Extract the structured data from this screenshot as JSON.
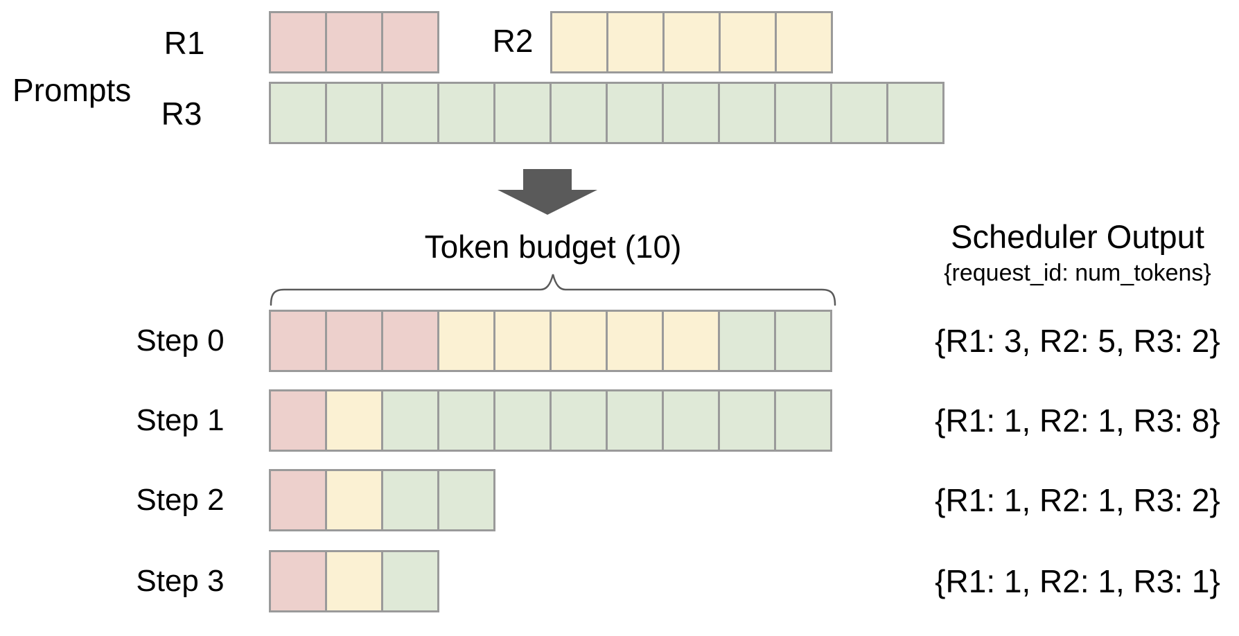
{
  "colors": {
    "R1": "#edd0cc",
    "R2": "#fbf1d3",
    "R3": "#dfe9d7",
    "cell_border": "#9a9a9a",
    "arrow": "#5a5a5a",
    "brace": "#5a5a5a",
    "text": "#000000"
  },
  "prompts": {
    "section_label": "Prompts",
    "rows": [
      {
        "label": "R1",
        "segments": [
          {
            "request": "R1",
            "count": 3
          }
        ]
      },
      {
        "label": "R2",
        "segments": [
          {
            "request": "R2",
            "count": 5
          }
        ]
      },
      {
        "label": "R3",
        "segments": [
          {
            "request": "R3",
            "count": 12
          }
        ]
      }
    ]
  },
  "token_budget": {
    "label": "Token budget (10)",
    "budget": 10
  },
  "scheduler_output": {
    "title": "Scheduler Output",
    "subtitle": "{request_id: num_tokens}"
  },
  "steps": [
    {
      "label": "Step 0",
      "segments": [
        {
          "request": "R1",
          "count": 3
        },
        {
          "request": "R2",
          "count": 5
        },
        {
          "request": "R3",
          "count": 2
        }
      ],
      "output": "{R1: 3, R2: 5, R3: 2}"
    },
    {
      "label": "Step 1",
      "segments": [
        {
          "request": "R1",
          "count": 1
        },
        {
          "request": "R2",
          "count": 1
        },
        {
          "request": "R3",
          "count": 8
        }
      ],
      "output": "{R1: 1, R2: 1, R3: 8}"
    },
    {
      "label": "Step 2",
      "segments": [
        {
          "request": "R1",
          "count": 1
        },
        {
          "request": "R2",
          "count": 1
        },
        {
          "request": "R3",
          "count": 2
        }
      ],
      "output": "{R1: 1, R2: 1, R3: 2}"
    },
    {
      "label": "Step 3",
      "segments": [
        {
          "request": "R1",
          "count": 1
        },
        {
          "request": "R2",
          "count": 1
        },
        {
          "request": "R3",
          "count": 1
        }
      ],
      "output": "{R1: 1, R2: 1, R3: 1}"
    }
  ]
}
